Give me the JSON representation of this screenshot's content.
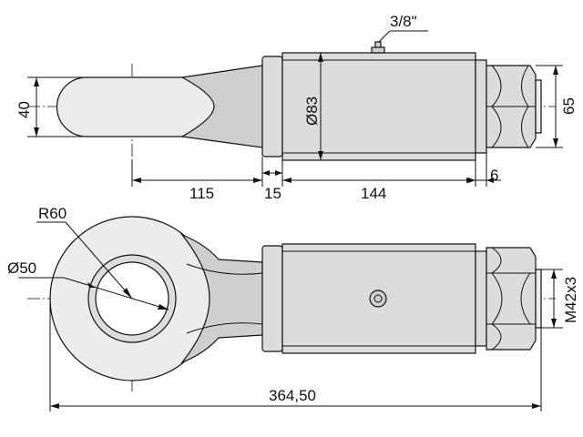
{
  "drawing": {
    "top_view": {
      "fitting_thread": "3/8\"",
      "eye_width": "40",
      "body_diameter": "Ø83",
      "nut_size": "65",
      "len_eye": "115",
      "len_collar": "15",
      "len_body": "144",
      "len_nut_gap": "6"
    },
    "side_view": {
      "eye_radius": "R60",
      "bore_diameter": "Ø50",
      "thread": "M42x3",
      "overall_length": "364,50"
    }
  }
}
